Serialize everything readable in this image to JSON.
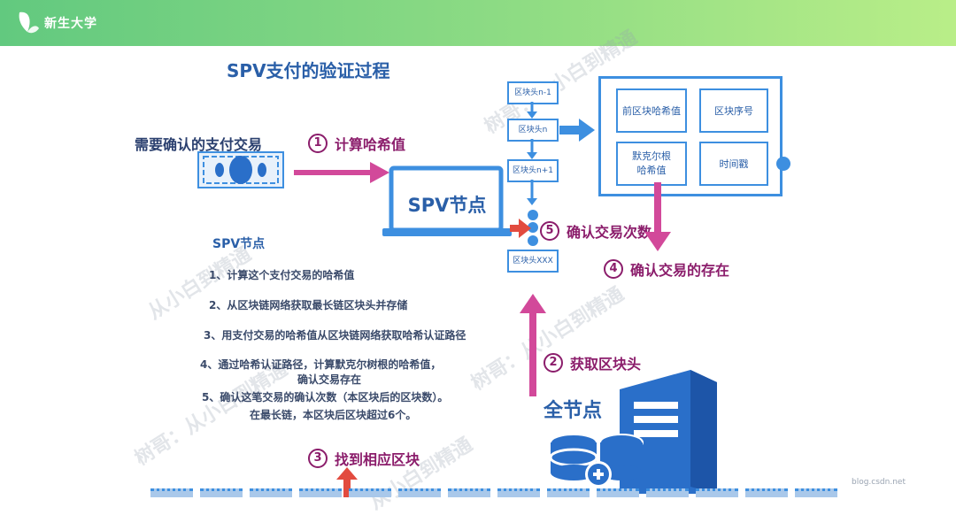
{
  "brand": "新生大学",
  "title": "SPV支付的验证过程",
  "tx_label": "需要确认的支付交易",
  "steps": {
    "s1": {
      "num": "1",
      "text": "计算哈希值"
    },
    "s2": {
      "num": "2",
      "text": "获取区块头"
    },
    "s3": {
      "num": "3",
      "text": "找到相应区块"
    },
    "s4": {
      "num": "4",
      "text": "确认交易的存在"
    },
    "s5": {
      "num": "5",
      "text": "确认交易次数"
    }
  },
  "spv_node": "SPV节点",
  "list_heading": "SPV节点",
  "list": [
    "1、计算这个支付交易的哈希值",
    "2、从区块链网络获取最长链区块头并存储",
    "3、用支付交易的哈希值从区块链网络获取哈希认证路径",
    "4、通过哈希认证路径，计算默克尔树根的哈希值，",
    "确认交易存在",
    "5、确认这笔交易的确认次数（本区块后的区块数）。",
    "在最长链，本区块后区块超过6个。"
  ],
  "chain": [
    "区块头n-1",
    "区块头n",
    "区块头n+1",
    "区块头XXX"
  ],
  "header_fields": [
    "前区块哈希值",
    "区块序号",
    "默克尔根\n哈希值",
    "时间戳"
  ],
  "full_node": "全节点",
  "watermarks": [
    "树哥：从小白到精通",
    "从小白到精通",
    "树哥：从小白到精通",
    "从小白到精通",
    "树哥：从小白到精通"
  ],
  "corner_mark": "blog.csdn.net",
  "colors": {
    "blue": "#3d8fe0",
    "purple": "#8b1d6b",
    "pink_arrow": "#d2499a",
    "red_arrow": "#e24b3f",
    "navy": "#2a5fa8"
  }
}
